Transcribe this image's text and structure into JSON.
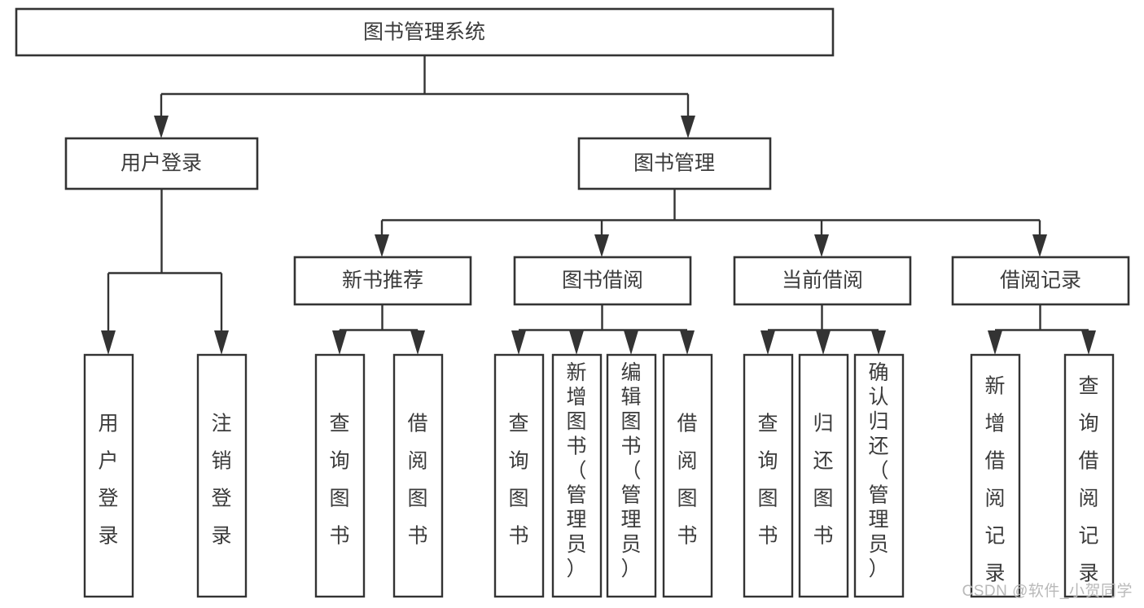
{
  "diagram": {
    "type": "hierarchy-tree",
    "title": "图书管理系统",
    "watermark": "CSDN @软件_小贺同学",
    "colors": {
      "stroke": "#333333",
      "text": "#3b3b3b",
      "background": "#ffffff",
      "watermark": "#b9b9b9"
    },
    "root": {
      "label": "图书管理系统"
    },
    "level2": [
      {
        "label": "用户登录"
      },
      {
        "label": "图书管理"
      }
    ],
    "level3": [
      {
        "label": "新书推荐"
      },
      {
        "label": "图书借阅"
      },
      {
        "label": "当前借阅"
      },
      {
        "label": "借阅记录"
      }
    ],
    "leaves": {
      "user_login": [
        {
          "label": "用户登录"
        },
        {
          "label": "注销登录"
        }
      ],
      "new_book_recommend": [
        {
          "label": "查询图书"
        },
        {
          "label": "借阅图书"
        }
      ],
      "book_borrow": [
        {
          "label": "查询图书"
        },
        {
          "label": "新增图书（管理员）"
        },
        {
          "label": "编辑图书（管理员）"
        },
        {
          "label": "借阅图书"
        }
      ],
      "current_borrow": [
        {
          "label": "查询图书"
        },
        {
          "label": "归还图书"
        },
        {
          "label": "确认归还（管理员）"
        }
      ],
      "borrow_record": [
        {
          "label": "新增借阅记录"
        },
        {
          "label": "查询借阅记录"
        }
      ]
    }
  }
}
